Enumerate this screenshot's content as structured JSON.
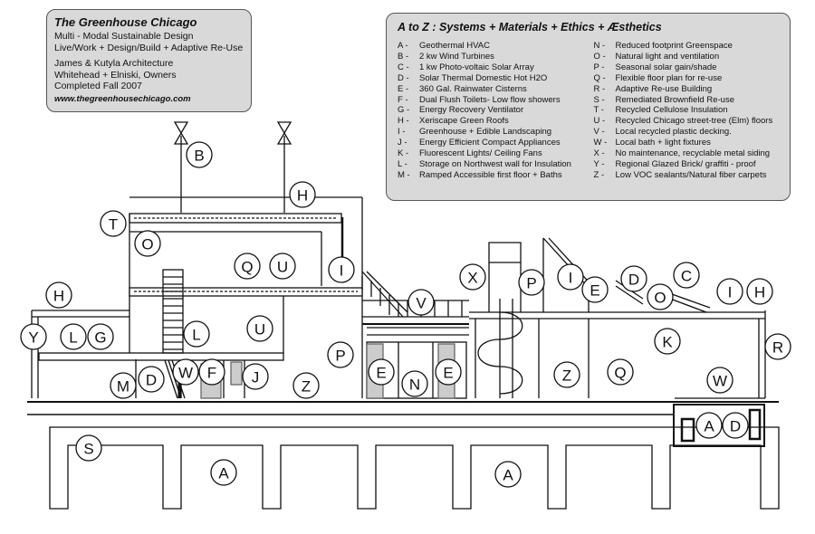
{
  "info": {
    "title": "The Greenhouse Chicago",
    "lines": [
      "Multi - Modal Sustainable Design",
      "Live/Work + Design/Build + Adaptive Re-Use"
    ],
    "credits": [
      "James & Kutyla Architecture",
      "Whitehead + Elniski, Owners",
      "Completed Fall 2007"
    ],
    "url": "www.thegreenhousechicago.com"
  },
  "legend": {
    "title": "A to Z :  Systems + Materials + Ethics + Æsthetics",
    "left": [
      {
        "letter": "A -",
        "text": "Geothermal HVAC"
      },
      {
        "letter": "B -",
        "text": "2 kw Wind Turbines"
      },
      {
        "letter": "C -",
        "text": "1 kw Photo-voltaic Solar Array"
      },
      {
        "letter": "D -",
        "text": "Solar Thermal Domestic Hot H2O"
      },
      {
        "letter": "E -",
        "text": "360 Gal. Rainwater Cisterns"
      },
      {
        "letter": "F -",
        "text": "Dual Flush Toilets- Low flow showers"
      },
      {
        "letter": "G -",
        "text": "Energy Recovery Ventilator"
      },
      {
        "letter": "H -",
        "text": "Xeriscape Green Roofs"
      },
      {
        "letter": "I -",
        "text": "Greenhouse + Edible Landscaping"
      },
      {
        "letter": "J -",
        "text": "Energy Efficient Compact Appliances"
      },
      {
        "letter": "K -",
        "text": "Fluorescent Lights/ Ceiling Fans"
      },
      {
        "letter": "L -",
        "text": "Storage on Northwest wall for Insulation"
      },
      {
        "letter": "M -",
        "text": "Ramped Accessible first floor + Baths"
      }
    ],
    "right": [
      {
        "letter": "N -",
        "text": "Reduced footprint Greenspace"
      },
      {
        "letter": "O -",
        "text": "Natural light and ventilation"
      },
      {
        "letter": "P -",
        "text": "Seasonal solar gain/shade"
      },
      {
        "letter": "Q -",
        "text": "Flexible floor plan for re-use"
      },
      {
        "letter": "R -",
        "text": "Adaptive Re-use Building"
      },
      {
        "letter": "S -",
        "text": "Remediated Brownfield Re-use"
      },
      {
        "letter": "T -",
        "text": "Recycled Cellulose Insulation"
      },
      {
        "letter": "U -",
        "text": "Recycled Chicago street-tree (Elm) floors"
      },
      {
        "letter": "V -",
        "text": "Local recycled plastic decking."
      },
      {
        "letter": "W -",
        "text": "Local bath + light fixtures"
      },
      {
        "letter": "X -",
        "text": "No maintenance, recyclable metal siding"
      },
      {
        "letter": "Y -",
        "text": "Regional Glazed Brick/ graffiti - proof"
      },
      {
        "letter": "Z -",
        "text": "Low VOC sealants/Natural fiber carpets"
      }
    ]
  },
  "callouts": [
    "B",
    "H",
    "T",
    "O",
    "Q",
    "U",
    "I",
    "X",
    "P",
    "I",
    "D",
    "C",
    "E",
    "O",
    "I",
    "H",
    "V",
    "H",
    "Y",
    "L",
    "G",
    "L",
    "U",
    "P",
    "K",
    "R",
    "M",
    "D",
    "W",
    "F",
    "J",
    "Z",
    "E",
    "N",
    "E",
    "Z",
    "Q",
    "W",
    "A",
    "D",
    "S",
    "A",
    "A"
  ]
}
